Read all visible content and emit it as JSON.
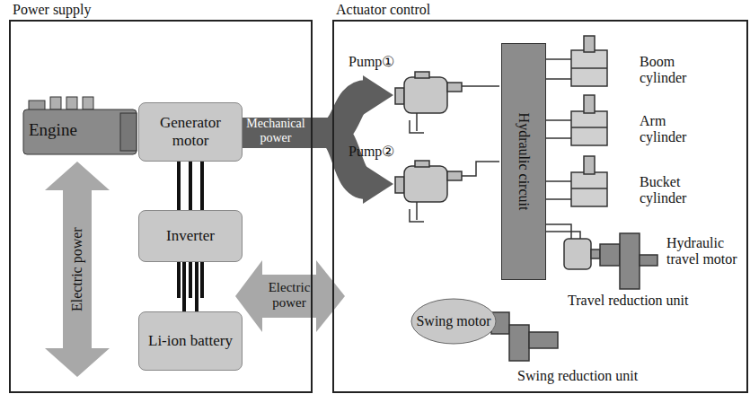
{
  "diagram": {
    "nodes": [
      {
        "text": [
          "Power supply"
        ]
      },
      {
        "text": [
          "Engine"
        ],
        "in": 0
      },
      {
        "text": [
          "Generator motor"
        ],
        "in": 0
      },
      {
        "text": [
          "Inverter"
        ],
        "in": 0
      },
      {
        "text": [
          "Li-ion battery"
        ],
        "in": 0
      },
      {
        "text": [
          "Actuator control"
        ]
      },
      {
        "text": [
          "Hydraulic circuit"
        ],
        "in": 5
      },
      {
        "text": [
          "Swing motor"
        ],
        "in": 5
      }
    ],
    "edges": [
      {
        "from": 2,
        "to": 3,
        "arrow": "none"
      },
      {
        "from": 3,
        "to": 4,
        "arrow": "none"
      },
      {
        "from": 3,
        "to": 7,
        "arrow": "none"
      }
    ],
    "labels": [
      "Pump①",
      "Pump②",
      "Mechanical power",
      "Electric power",
      "Electric power",
      "Boom cylinder",
      "Arm cylinder",
      "Bucket cylinder",
      "Hydraulic travel motor",
      "Travel reduction unit",
      "Swing reduction unit"
    ]
  }
}
